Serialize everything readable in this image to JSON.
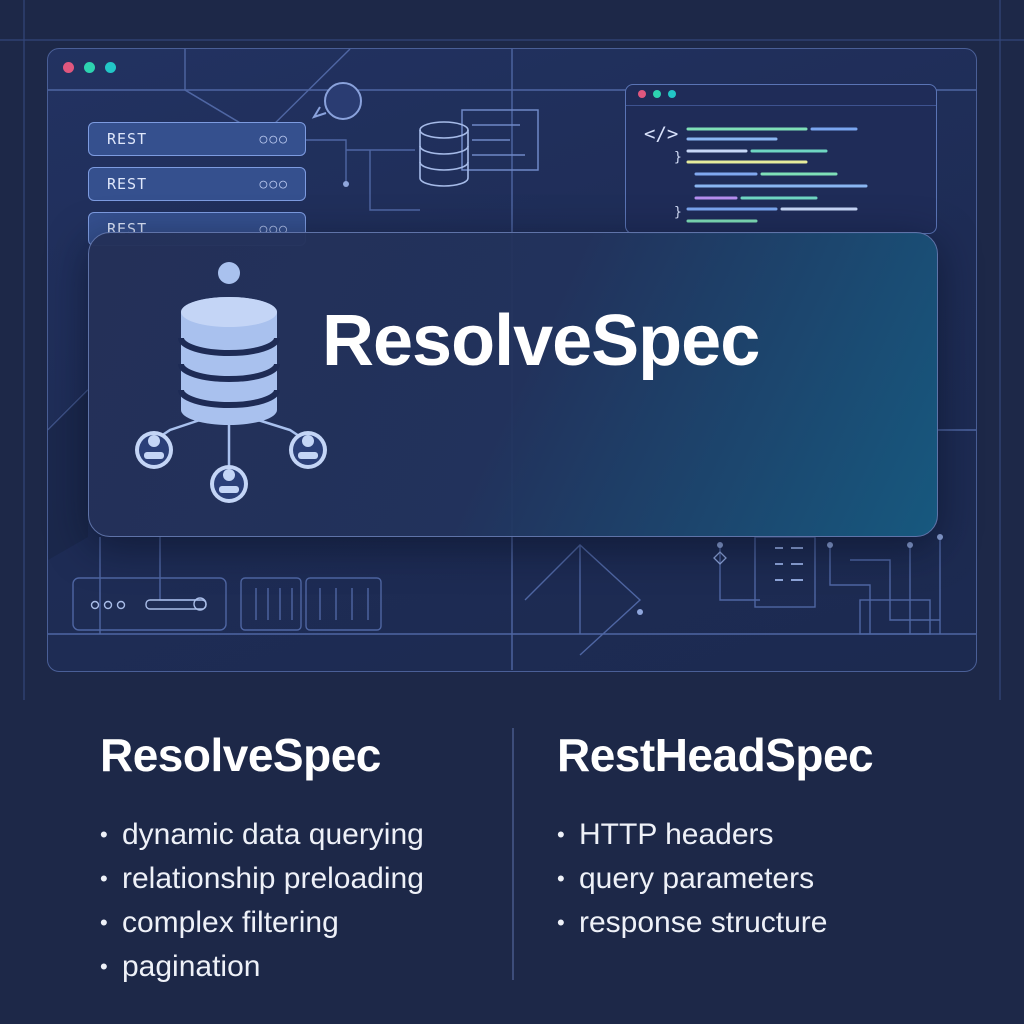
{
  "hero": {
    "title": "ResolveSpec"
  },
  "window_controls": {
    "outer": {
      "red": "#e0577e",
      "green": "#2dd3b0",
      "teal": "#22c7c7"
    },
    "code": {
      "red": "#e0577e",
      "green": "#2dd3b0",
      "teal": "#22c7c7"
    }
  },
  "rest_list": [
    {
      "label": "REST",
      "ctrl": "○○○"
    },
    {
      "label": "REST",
      "ctrl": "○○○"
    },
    {
      "label": "REST",
      "ctrl": "○○○"
    }
  ],
  "code_window": {
    "tag_glyph": "</>",
    "brace_glyph": "}"
  },
  "columns": [
    {
      "title": "ResolveSpec",
      "items": [
        "dynamic data querying",
        "relationship preloading",
        "complex filtering",
        "pagination"
      ]
    },
    {
      "title": "RestHeadSpec",
      "items": [
        "HTTP headers",
        "query parameters",
        "response structure"
      ]
    }
  ],
  "bullet": "•",
  "colors": {
    "background": "#1d2848",
    "accent_blue": "#7d9be0",
    "database_fill": "#a9c1ee",
    "teal_glow": "#165c82"
  },
  "icons": [
    "database-icon",
    "network-node-icon",
    "chat-bubble-icon",
    "code-tag-icon",
    "server-rack-icon",
    "circuit-icon"
  ]
}
